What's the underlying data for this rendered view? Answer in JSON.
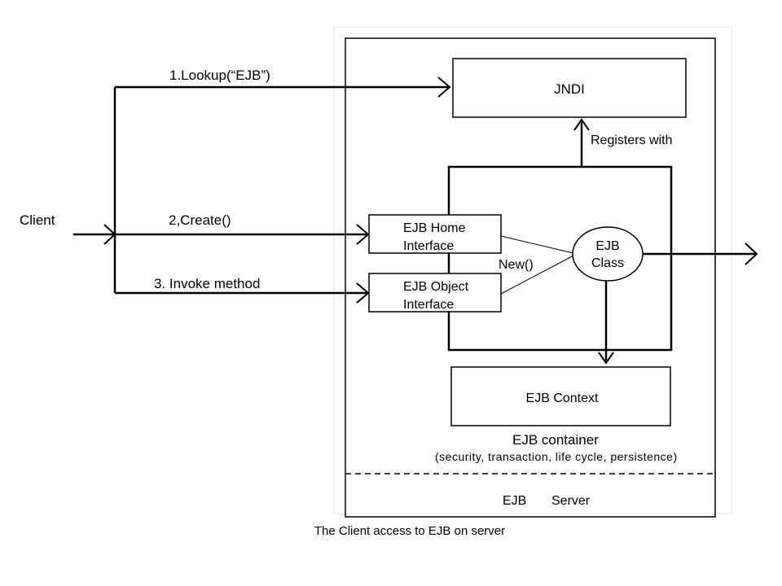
{
  "client_label": "Client",
  "arrows": {
    "lookup": "1.Lookup(“EJB”)",
    "create": "2,Create()",
    "invoke": "3. Invoke method"
  },
  "jndi": {
    "label": "JNDI",
    "registers_label": "Registers with"
  },
  "ejb_home": {
    "line1": "EJB Home",
    "line2": "Interface"
  },
  "ejb_object": {
    "line1": "EJB Object",
    "line2": "Interface"
  },
  "new_label": "New()",
  "ejb_class": {
    "line1": "EJB",
    "line2": "Class"
  },
  "ejb_context": "EJB Context",
  "container": {
    "title": "EJB container",
    "subtitle": "(security, transaction, life cycle, persistence)"
  },
  "server": {
    "word1": "EJB",
    "word2": "Server"
  },
  "caption": "The Client access to EJB on server"
}
